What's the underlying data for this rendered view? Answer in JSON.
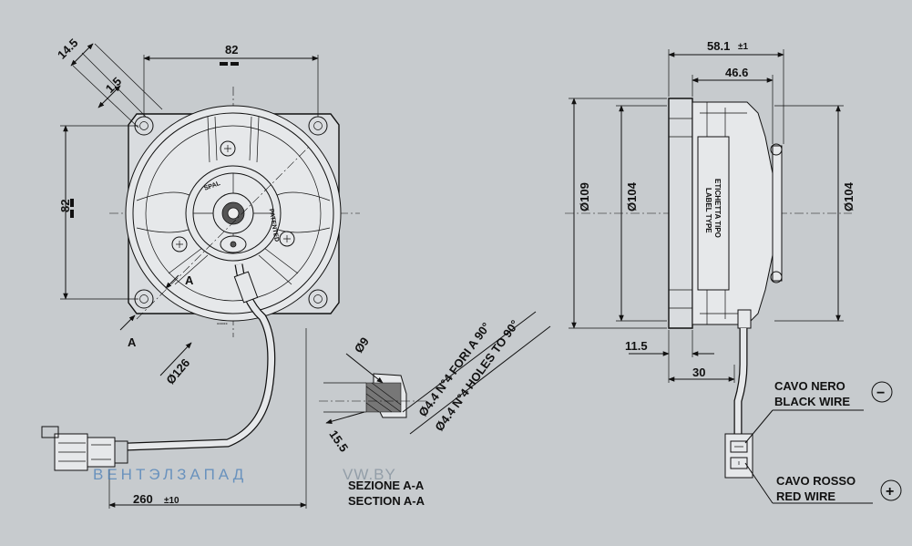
{
  "dimensions": {
    "front_tab_width": "14.5",
    "front_tab_offset": "1.5",
    "front_width": "82",
    "front_height": "82",
    "front_diameter": "Ø126",
    "hole_diameter": "Ø9",
    "hole_depth": "15.5",
    "holes_it": "Ø4.4 N°4 FORI A 90°",
    "holes_en": "Ø4.4 N°4 HOLES TO 90°",
    "side_total_length": "58.1",
    "side_total_tol": "±1",
    "side_body_length": "46.6",
    "side_outer_diameter": "Ø109",
    "side_inner_diameter": "Ø104",
    "side_right_diameter": "Ø104",
    "side_flange": "11.5",
    "side_depth": "30",
    "cable_length": "260",
    "cable_tol": "±10"
  },
  "labels": {
    "section_marker": "A",
    "section_it": "SEZIONE A-A",
    "section_en": "SECTION A-A",
    "label_it": "ETICHETTA TIPO",
    "label_en": "LABEL TYPE",
    "hub_brand": "SPAL",
    "hub_rotation": "PATENTED",
    "black_it": "CAVO NERO",
    "black_en": "BLACK WIRE",
    "red_it": "CAVO ROSSO",
    "red_en": "RED WIRE",
    "minus_sign": "−",
    "plus_sign": "+"
  },
  "watermark": {
    "left": "ВЕНТЭЛЗАПАД",
    "right": "VW.BY"
  },
  "colors": {
    "background": "#c7cbce",
    "ink": "#111111",
    "watermark_blue": "#4a7fb8"
  }
}
